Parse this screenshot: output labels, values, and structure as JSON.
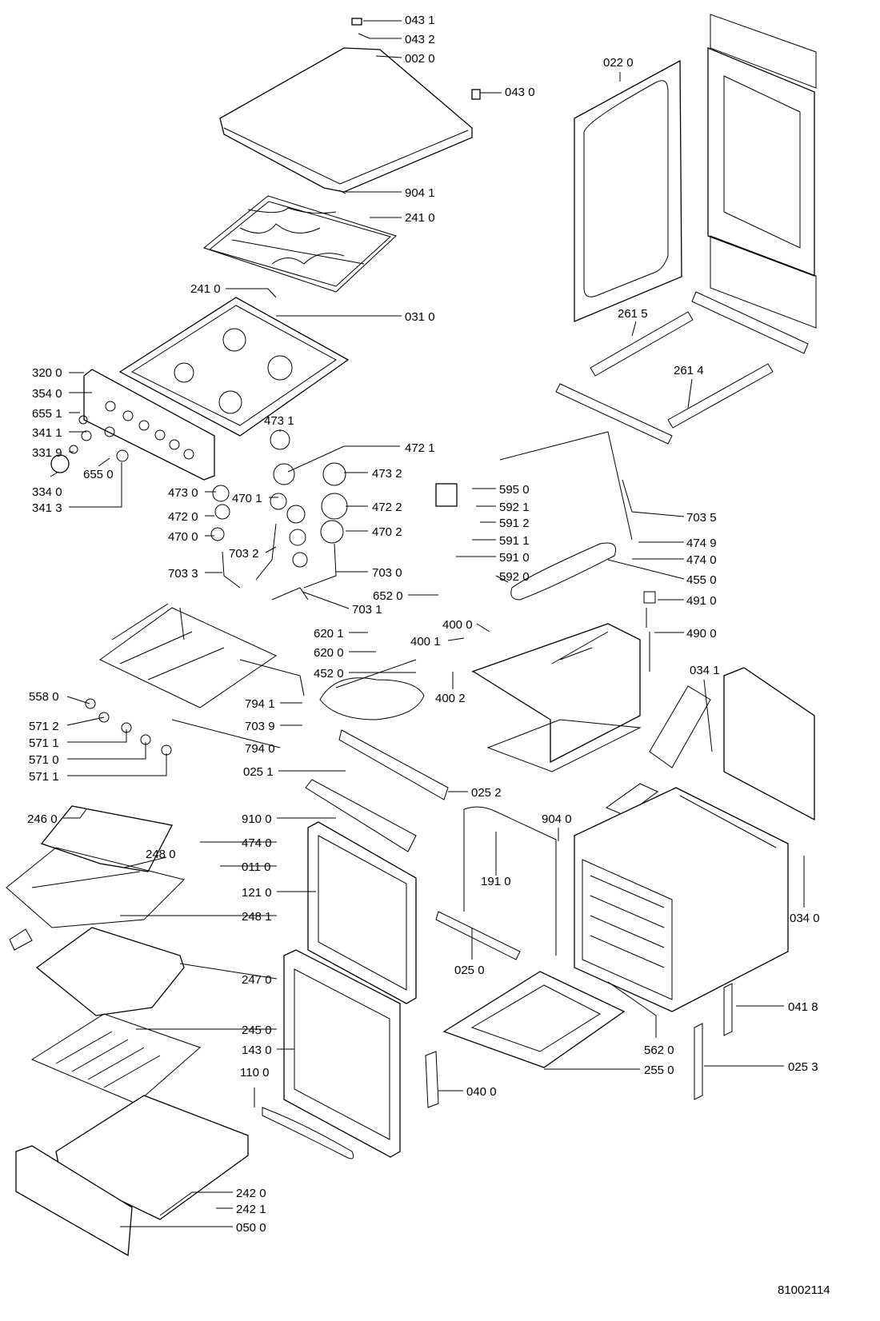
{
  "diagram": {
    "drawing_number": "81002114",
    "labels": [
      "043 1",
      "043 2",
      "002 0",
      "043 0",
      "904 1",
      "241 0",
      "241 0",
      "031 0",
      "022 0",
      "261 5",
      "261 4",
      "320 0",
      "354 0",
      "655 1",
      "341 1",
      "331 9",
      "655 0",
      "334 0",
      "341 3",
      "473 1",
      "472 1",
      "473 2",
      "473 0",
      "470 1",
      "472 2",
      "472 0",
      "470 2",
      "470 0",
      "703 2",
      "703 3",
      "703 0",
      "703 1",
      "595 0",
      "592 1",
      "591 2",
      "591 1",
      "591 0",
      "592 0",
      "703 5",
      "474 9",
      "474 0",
      "455 0",
      "652 0",
      "400 0",
      "491 0",
      "490 0",
      "620 1",
      "620 0",
      "400 1",
      "452 0",
      "400 2",
      "034 1",
      "558 0",
      "794 1",
      "703 9",
      "794 0",
      "571 2",
      "571 1",
      "571 0",
      "571 1",
      "025 1",
      "025 2",
      "246 0",
      "910 0",
      "474 0",
      "248 0",
      "011 0",
      "121 0",
      "248 1",
      "904 0",
      "191 0",
      "034 0",
      "247 0",
      "025 0",
      "041 8",
      "245 0",
      "143 0",
      "562 0",
      "255 0",
      "025 3",
      "040 0",
      "110 0",
      "242 0",
      "242 1",
      "050 0"
    ]
  }
}
